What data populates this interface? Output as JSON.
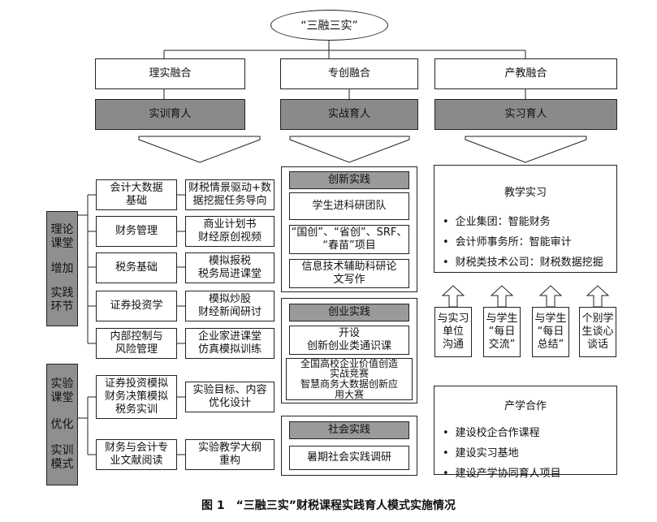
{
  "top_node": "“三融三实”",
  "columns": [
    {
      "title": "理实融合",
      "sub": "实训育人"
    },
    {
      "title": "专创融合",
      "sub": "实战育人"
    },
    {
      "title": "产教融合",
      "sub": "实习育人"
    }
  ],
  "side_theory": {
    "lines": [
      "理论\n课堂",
      "增加",
      "实践\n环节"
    ]
  },
  "side_experiment": {
    "lines": [
      "实验\n课堂",
      "优化",
      "实训\n模式"
    ]
  },
  "theory_rows": [
    {
      "left": "会计大数据\n基础",
      "right": "财税情景驱动+数\n据挖掘任务导向"
    },
    {
      "left": "财务管理",
      "right": "商业计划书\n财经原创视频"
    },
    {
      "left": "税务基础",
      "right": "模拟报税\n税务局进课堂"
    },
    {
      "left": "证券投资学",
      "right": "模拟炒股\n财经新闻研讨"
    },
    {
      "left": "内部控制与\n风险管理",
      "right": "企业家进课堂\n仿真模拟训练"
    }
  ],
  "experiment_rows": [
    {
      "left": "证券投资模拟\n财务决策模拟\n税务实训",
      "right": "实验目标、内容\n优化设计"
    },
    {
      "left": "财务与会计专\n业文献阅读",
      "right": "实验教学大纲\n重构"
    }
  ],
  "practice_groups": [
    {
      "title": "创新实践",
      "items": [
        "学生进科研团队",
        "“国创”、“省创”、SRF、\n“春苗”项目",
        "信息技术辅助科研论\n文写作"
      ]
    },
    {
      "title": "创业实践",
      "items": [
        "开设\n创新创业类通识课",
        "全国高校企业价值创造\n实战竞赛\n智慧商务大数据创新应\n用大赛"
      ]
    },
    {
      "title": "社会实践",
      "items": [
        "暑期社会实践调研"
      ]
    }
  ],
  "teaching_internship": {
    "title": "教学实习",
    "items": [
      "企业集团：智能财务",
      "会计师事务所：智能审计",
      "财税类技术公司：财税数据挖掘"
    ]
  },
  "communication_boxes": [
    "与实习\n单位\n沟通",
    "与学生\n“每日\n交流”",
    "与学生\n“每日\n总结”",
    "个别学\n生谈心\n谈话"
  ],
  "industry_cooperation": {
    "title": "产学合作",
    "items": [
      "建设校企合作课程",
      "建设实习基地",
      "建设产学协同育人项目"
    ]
  },
  "caption": "图 1　“三融三实”财税课程实践育人模式实施情况"
}
